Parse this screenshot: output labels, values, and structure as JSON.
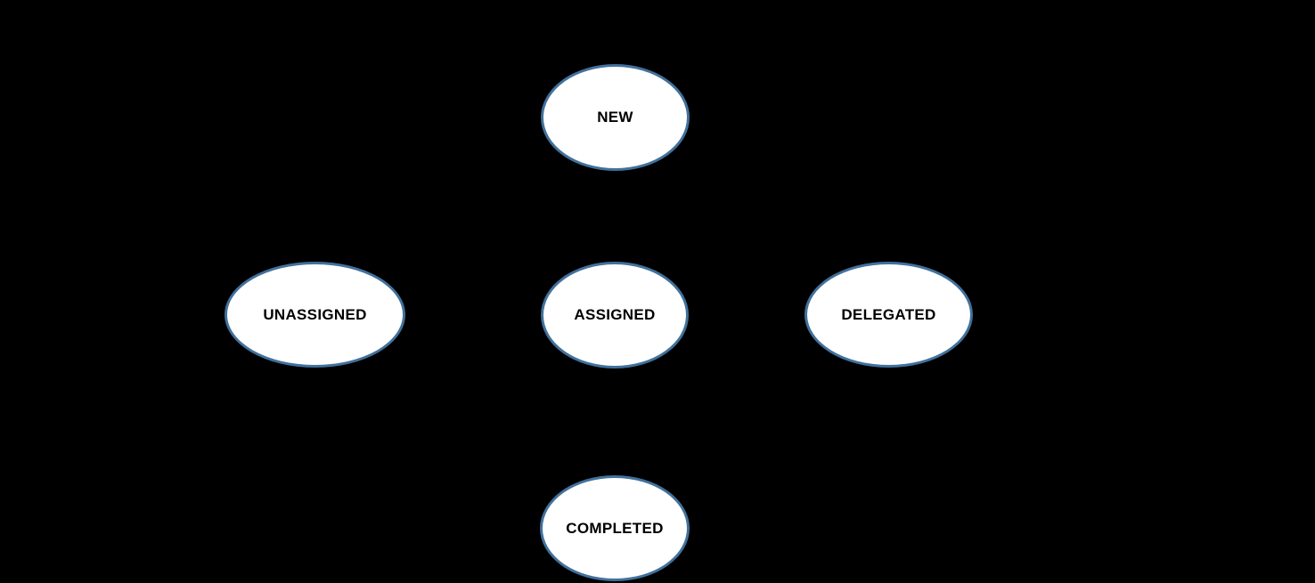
{
  "diagram": {
    "type": "state-diagram",
    "description": "Task state diagram with five elliptical state nodes on a black background; connector arrows are not visible against the background",
    "colors": {
      "background": "#000000",
      "node_fill": "#ffffff",
      "node_border": "#41719C",
      "label_text": "#000000"
    },
    "nodes": [
      {
        "id": "new",
        "label": "NEW"
      },
      {
        "id": "unassigned",
        "label": "UNASSIGNED"
      },
      {
        "id": "assigned",
        "label": "ASSIGNED"
      },
      {
        "id": "delegated",
        "label": "DELEGATED"
      },
      {
        "id": "completed",
        "label": "COMPLETED"
      }
    ]
  }
}
